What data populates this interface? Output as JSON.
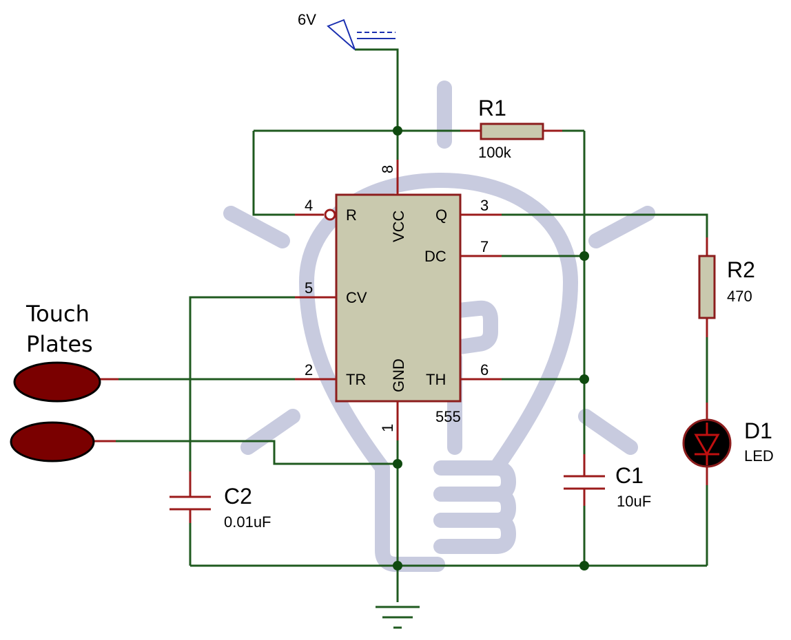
{
  "colors": {
    "wire": "#1f5a1f",
    "pin": "#9b1b1b",
    "chip": "#c9c9ae",
    "chip_border": "#8c1d1d",
    "plate": "#7a0000",
    "watermark": "#c8cbdf",
    "supply": "#1a2fb0",
    "junction": "#0f4a0f"
  },
  "supply": {
    "label": "6V"
  },
  "ic": {
    "part": "555",
    "pins": {
      "reset": {
        "name": "R",
        "number": "4"
      },
      "vcc": {
        "name": "VCC",
        "number": "8"
      },
      "q": {
        "name": "Q",
        "number": "3"
      },
      "dc": {
        "name": "DC",
        "number": "7"
      },
      "cv": {
        "name": "CV",
        "number": "5"
      },
      "tr": {
        "name": "TR",
        "number": "2"
      },
      "gnd": {
        "name": "GND",
        "number": "1"
      },
      "th": {
        "name": "TH",
        "number": "6"
      }
    }
  },
  "components": {
    "r1": {
      "ref": "R1",
      "value": "100k"
    },
    "r2": {
      "ref": "R2",
      "value": "470"
    },
    "c1": {
      "ref": "C1",
      "value": "10uF"
    },
    "c2": {
      "ref": "C2",
      "value": "0.01uF"
    },
    "d1": {
      "ref": "D1",
      "value": "LED"
    }
  },
  "touch_plates": {
    "line1": "Touch",
    "line2": "Plates"
  },
  "watermark": {
    "icon": "lightbulb-hand-icon"
  }
}
